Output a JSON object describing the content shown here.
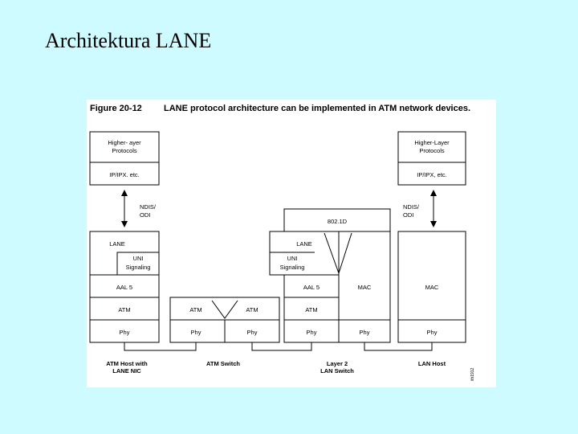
{
  "slide": {
    "title": "Architektura LANE"
  },
  "figure": {
    "number": "Figure 20-12",
    "caption": "LANE protocol architecture can be implemented in ATM network devices.",
    "code": "ith1912",
    "labels": {
      "higher_layer_left_1": "Higher- ayer",
      "higher_layer_left_2": "Protocols",
      "ip_ipx_left": "IP/IPX. etc.",
      "ndis_left_1": "NDIS/",
      "ndis_left_2": "ODI",
      "lane_left": "LANE",
      "uni_left_1": "UNI",
      "uni_left_2": "Signaling",
      "aal5_left": "AAL 5",
      "atm_left": "ATM",
      "phy_left": "Phy",
      "atm_switch_atm_1": "ATM",
      "atm_switch_atm_2": "ATM",
      "atm_switch_phy_1": "Phy",
      "atm_switch_phy_2": "Phy",
      "bridge_8021d": "802.1D",
      "lane_mid": "LANE",
      "uni_mid_1": "UNI",
      "uni_mid_2": "Signaling",
      "aal5_mid": "AAL 5",
      "atm_mid": "ATM",
      "phy_mid": "Phy",
      "mac_mid": "MAC",
      "phy_mid_2": "Phy",
      "higher_layer_right_1": "Higher-Layer",
      "higher_layer_right_2": "Protocols",
      "ip_ipx_right": "IP/IPX, etc.",
      "ndis_right_1": "NDIS/",
      "ndis_right_2": "ODI",
      "mac_right": "MAC",
      "phy_right": "Phy"
    },
    "devices": {
      "atm_host_1": "ATM Host with",
      "atm_host_2": "LANE NIC",
      "atm_switch": "ATM Switch",
      "lan_switch_1": "Layer 2",
      "lan_switch_2": "LAN Switch",
      "lan_host": "LAN Host"
    }
  }
}
